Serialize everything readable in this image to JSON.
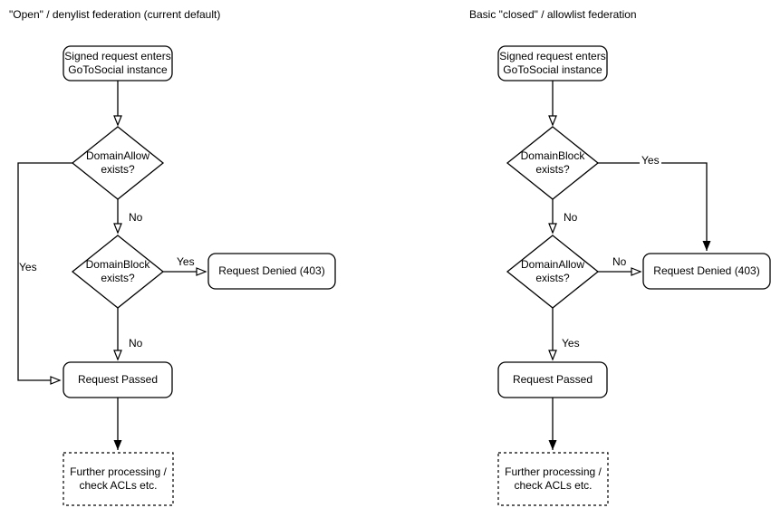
{
  "page": {
    "background_color": "#ffffff",
    "stroke_color": "#000000",
    "text_color": "#000000"
  },
  "left_chart": {
    "title": "\"Open\" / denylist federation (current default)",
    "nodes": {
      "start": "Signed request enters\nGoToSocial instance",
      "decision1": "DomainAllow\nexists?",
      "decision2": "DomainBlock\nexists?",
      "denied": "Request Denied (403)",
      "passed": "Request Passed",
      "further": "Further processing /\ncheck ACLs etc."
    },
    "edge_labels": {
      "decision1_yes": "Yes",
      "decision1_no": "No",
      "decision2_yes": "Yes",
      "decision2_no": "No"
    }
  },
  "right_chart": {
    "title": "Basic \"closed\" / allowlist federation",
    "nodes": {
      "start": "Signed request enters\nGoToSocial instance",
      "decision1": "DomainBlock\nexists?",
      "decision2": "DomainAllow\nexists?",
      "denied": "Request Denied (403)",
      "passed": "Request Passed",
      "further": "Further processing /\ncheck ACLs etc."
    },
    "edge_labels": {
      "decision1_yes": "Yes",
      "decision1_no": "No",
      "decision2_no": "No",
      "decision2_yes": "Yes"
    }
  }
}
